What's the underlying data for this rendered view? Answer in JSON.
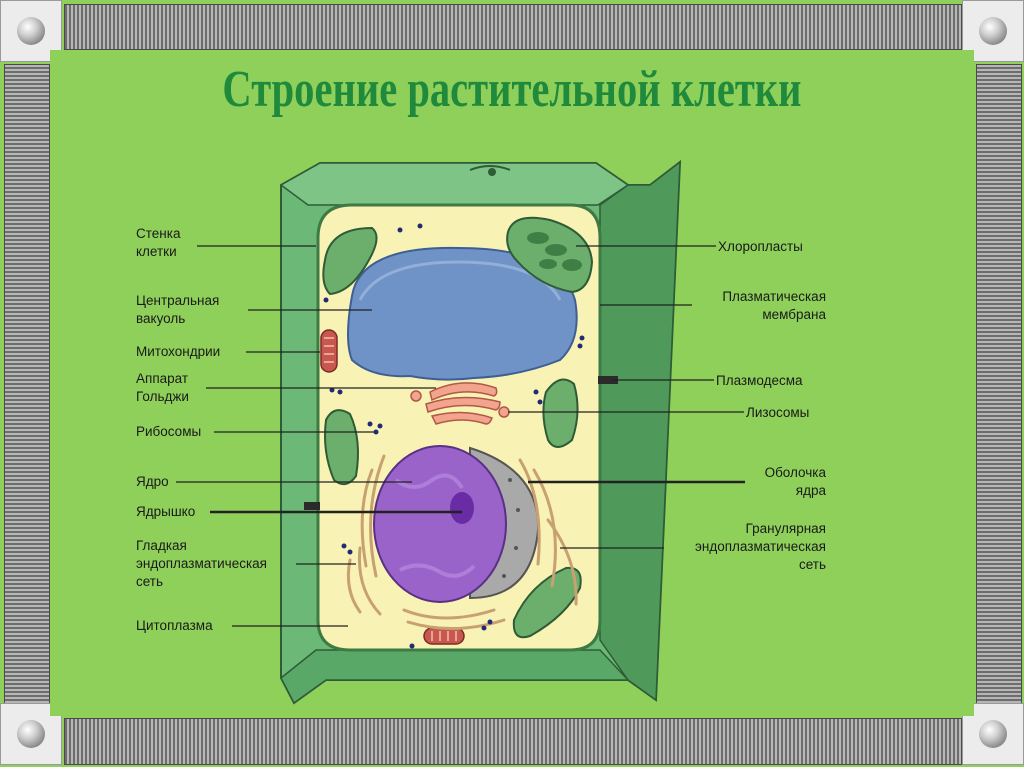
{
  "title": "Строение растительной клетки",
  "labels_left": {
    "cell_wall": [
      "Стенка",
      "клетки"
    ],
    "central_vacuole": [
      "Центральная",
      "вакуоль"
    ],
    "mitochondria": [
      "Митохондрии"
    ],
    "golgi": [
      "Аппарат",
      "Гольджи"
    ],
    "ribosomes": [
      "Рибосомы"
    ],
    "nucleus": [
      "Ядро"
    ],
    "nucleolus": [
      "Ядрышко"
    ],
    "smooth_er": [
      "Гладкая",
      "эндоплазматическая",
      "сеть"
    ],
    "cytoplasm": [
      "Цитоплазма"
    ]
  },
  "labels_right": {
    "chloroplasts": [
      "Хлоропласты"
    ],
    "plasma_membrane": [
      "Плазматическая",
      "мембрана"
    ],
    "plasmodesma": [
      "Плазмодесма"
    ],
    "lysosomes": [
      "Лизосомы"
    ],
    "nuclear_envelope": [
      "Оболочка",
      "ядра"
    ],
    "rough_er": [
      "Гранулярная",
      "эндоплазматическая",
      "сеть"
    ]
  },
  "colors": {
    "background": "#8fd05a",
    "title": "#1f8a3c",
    "cell_wall": "#5fa86a",
    "cytoplasm": "#f8f2b4",
    "vacuole": "#6f93c6",
    "nucleus": "#9a63c9",
    "chloroplast": "#6cae6c",
    "mitochondria": "#c8584f"
  }
}
